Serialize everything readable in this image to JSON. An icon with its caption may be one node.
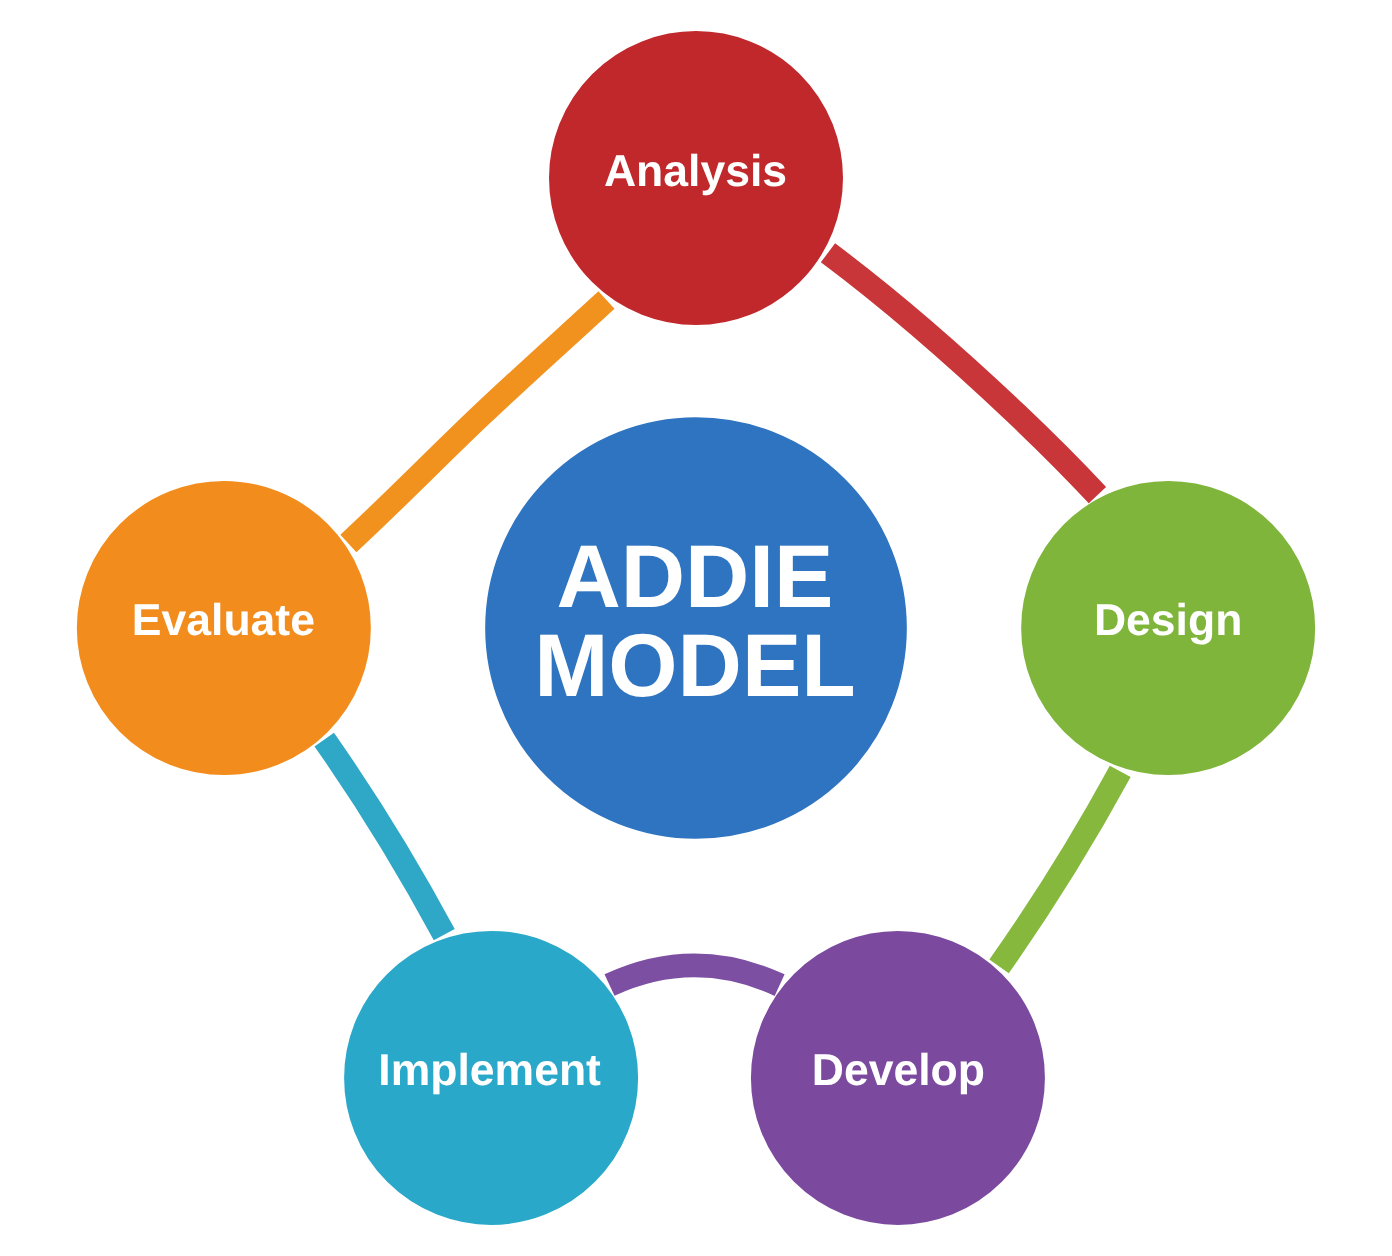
{
  "diagram": {
    "nodes": [
      {
        "text": [
          "ADDIE MODEL"
        ]
      },
      {
        "text": [
          "Analysis"
        ]
      },
      {
        "text": [
          "Design"
        ]
      },
      {
        "text": [
          "Develop"
        ]
      },
      {
        "text": [
          "Implement"
        ]
      },
      {
        "text": [
          "Evaluate"
        ]
      }
    ],
    "edges": [
      {
        "from": 1,
        "to": 2,
        "arrow": "none",
        "color": "#c8363a"
      },
      {
        "from": 2,
        "to": 3,
        "arrow": "none",
        "color": "#86b83e"
      },
      {
        "from": 3,
        "to": 4,
        "arrow": "none",
        "color": "#7d4fa3"
      },
      {
        "from": 4,
        "to": 5,
        "arrow": "none",
        "color": "#2fa7c6"
      },
      {
        "from": 5,
        "to": 1,
        "arrow": "none",
        "color": "#f2921e"
      }
    ]
  }
}
